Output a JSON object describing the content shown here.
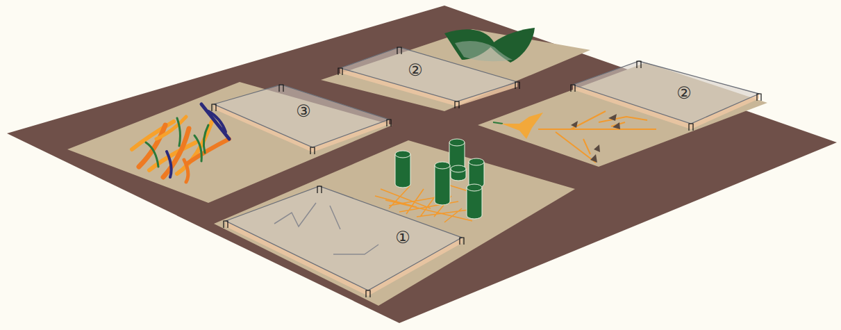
{
  "diagram": {
    "labels": [
      "②",
      "②",
      "③",
      "①"
    ]
  }
}
